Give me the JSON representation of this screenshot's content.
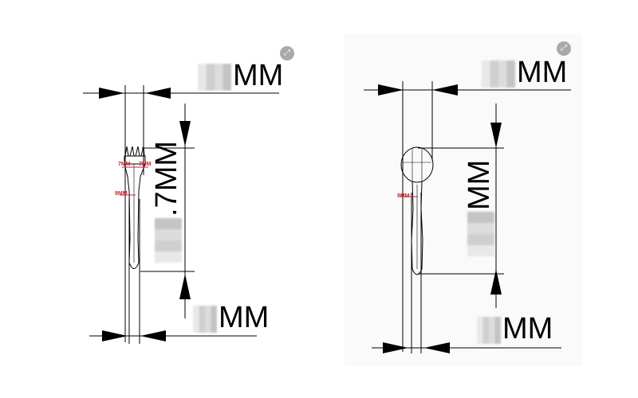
{
  "fork": {
    "top_width_label": "MM",
    "length_label": ".7MM",
    "bottom_width_label": "MM",
    "neck_top_left_label": "7MM",
    "neck_top_right_label": "7MM",
    "neck_label": "9MM",
    "expand_icon": "expand-icon"
  },
  "spoon": {
    "top_width_label": "MM",
    "length_label": "MM",
    "bottom_width_label": "MM",
    "neck_label": "9MM",
    "expand_icon": "expand-icon"
  },
  "colors": {
    "line": "#000000",
    "annotation": "#d0202a",
    "expand_button": "#a9a9a9"
  }
}
